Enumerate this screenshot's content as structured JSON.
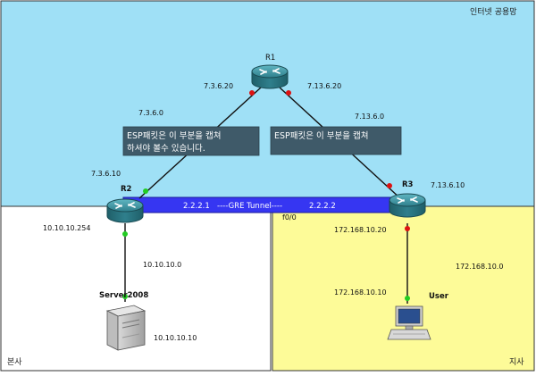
{
  "zones": {
    "internet": "인터넷 공용망",
    "hq": "본사",
    "branch": "지사"
  },
  "routers": {
    "r1": "R1",
    "r2": "R2",
    "r3": "R3"
  },
  "hosts": {
    "server": "Server2008",
    "user": "User"
  },
  "networks": {
    "r1_r2_net": "7.3.6.0",
    "r1_r3_net": "7.13.6.0",
    "hq_lan": "10.10.10.0",
    "branch_lan": "172.168.10.0"
  },
  "addresses": {
    "r1_left": "7.3.6.20",
    "r1_right": "7.13.6.20",
    "r2_wan": "7.3.6.10",
    "r3_wan": "7.13.6.10",
    "r2_lan": "10.10.10.254",
    "r3_lan": "172.168.10.20",
    "server_ip": "10.10.10.10",
    "user_ip": "172.168.10.10",
    "r3_iface": "f0/0"
  },
  "tunnel": {
    "left_ip": "2.2.2.1",
    "label": "----GRE Tunnel----",
    "right_ip": "2.2.2.2"
  },
  "callouts": {
    "left_line1": "ESP패킷은 이 부분을 캡쳐",
    "left_line2": "하셔야 볼수 있습니다.",
    "right_line1": "ESP패킷은 이 부분을 캡쳐"
  },
  "colors": {
    "internet": "#9fe0f6",
    "hq": "#ffffff",
    "branch": "#fdfb98",
    "tunnel": "#3636f2",
    "router": "#2f7783",
    "callout": "#3f5a69",
    "link_up": "#22cc22",
    "link_down": "#dd1111"
  }
}
